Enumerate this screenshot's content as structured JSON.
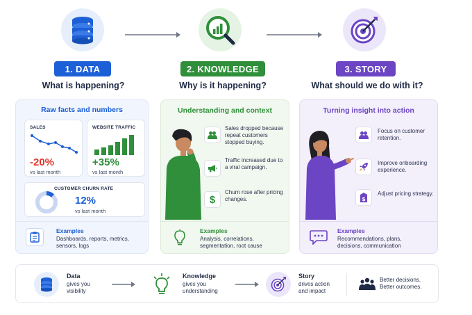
{
  "stages": [
    {
      "label": "1. DATA",
      "question": "What is happening?",
      "panel_title": "Raw facts and numbers",
      "examples_title": "Examples",
      "examples_text": "Dashboards, reports, metrics, sensors, logs"
    },
    {
      "label": "2. KNOWLEDGE",
      "question": "Why is it happening?",
      "panel_title": "Understanding and context",
      "examples_title": "Examples",
      "examples_text": "Analysis, correlations, segmentation, root cause"
    },
    {
      "label": "3. STORY",
      "question": "What should we do with it?",
      "panel_title": "Turning insight into action",
      "examples_title": "Examples",
      "examples_text": "Recommendations, plans, decisions, communication"
    }
  ],
  "data_cards": {
    "sales": {
      "label": "SALES",
      "value": "-20%",
      "sub": "vs last month"
    },
    "traffic": {
      "label": "WEBSITE TRAFFIC",
      "value": "+35%",
      "sub": "vs last month"
    },
    "churn": {
      "label": "CUSTOMER CHURN RATE",
      "value": "12%",
      "sub": "vs last month",
      "fraction": 0.12
    }
  },
  "knowledge_items": [
    {
      "icon": "people-icon",
      "text": "Sales dropped because repeat customers stopped buying."
    },
    {
      "icon": "megaphone-icon",
      "text": "Traffic increased due to a viral campaign."
    },
    {
      "icon": "dollar-icon",
      "text": "Churn rose after pricing changes."
    }
  ],
  "story_items": [
    {
      "icon": "people-icon",
      "text": "Focus on customer retention."
    },
    {
      "icon": "rocket-icon",
      "text": "Improve onboarding experience."
    },
    {
      "icon": "price-tag-icon",
      "text": "Adjust pricing strategy."
    }
  ],
  "bottom": {
    "data": {
      "title": "Data",
      "sub": "gives you visibility"
    },
    "knowledge": {
      "title": "Knowledge",
      "sub": "gives you understanding"
    },
    "story": {
      "title": "Story",
      "sub": "drives action and impact"
    },
    "outcome": "Better decisions. Better outcomes."
  },
  "colors": {
    "blue": "#1d5fd6",
    "green": "#2f8f3a",
    "purple": "#6b45c4",
    "red": "#e0342a"
  }
}
